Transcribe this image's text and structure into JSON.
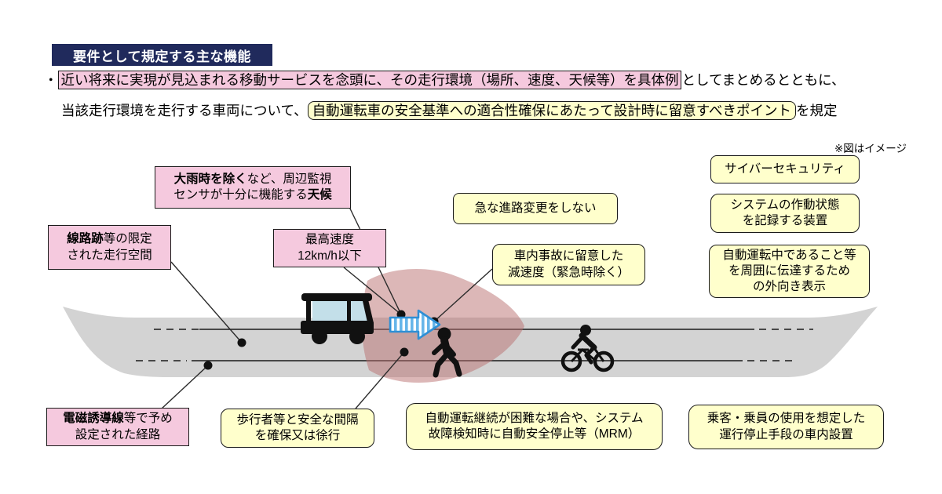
{
  "header": {
    "title": "要件として規定する主な機能"
  },
  "intro": {
    "bullet": "・",
    "line1_highlight": "近い将来に実現が見込まれる移動サービスを念頭に、その走行環境（場所、速度、天候等）を具体例",
    "line1_rest": "としてまとめるとともに、",
    "line2_prefix": "当該走行環境を走行する車両について、",
    "line2_highlight": "自動運転車の安全基準への適合性確保にあたって設計時に留意すべきポイント",
    "line2_suffix": "を規定"
  },
  "note": "※図はイメージ",
  "boxes": {
    "weather": {
      "l1b": "大雨時を除く",
      "l1r": "など、周辺監視",
      "l2r": "センサが十分に機能する",
      "l2b": "天候"
    },
    "track": {
      "l1b": "線路跡",
      "l1r": "等の限定",
      "l2": "された走行空間"
    },
    "speed": {
      "l1": "最高速度",
      "l2": "12km/h以下"
    },
    "no_sudden_turn": {
      "l1": "急な進路変更をしない"
    },
    "deceleration": {
      "l1": "車内事故に留意した",
      "l2": "減速度（緊急時除く）"
    },
    "cybersecurity": {
      "l1": "サイバーセキュリティ"
    },
    "recorder": {
      "l1": "システムの作動状態",
      "l2": "を記録する装置"
    },
    "external_display": {
      "l1": "自動運転中であること等",
      "l2": "を周囲に伝達するため",
      "l3": "の外向き表示"
    },
    "guide_wire": {
      "l1b": "電磁誘導線",
      "l1r": "等で予め",
      "l2": "設定された経路"
    },
    "pedestrian_gap": {
      "l1": "歩行者等と安全な間隔",
      "l2": "を確保又は徐行"
    },
    "mrm": {
      "l1": "自動運転継続が困難な場合や、システム",
      "l2": "故障検知時に自動安全停止等（MRM）"
    },
    "stop_means": {
      "l1": "乗客・乗員の使用を想定した",
      "l2": "運行停止手段の車内設置"
    }
  },
  "colors": {
    "navy": "#202A5C",
    "pink": "#F5C9DE",
    "yellow": "#FFFFCC",
    "road": "#D3D3D3",
    "cone": "#B97070",
    "arrowblue": "#2E8FD5",
    "arrowstripe": "#66B5E9",
    "window": "#C3DFE9"
  }
}
